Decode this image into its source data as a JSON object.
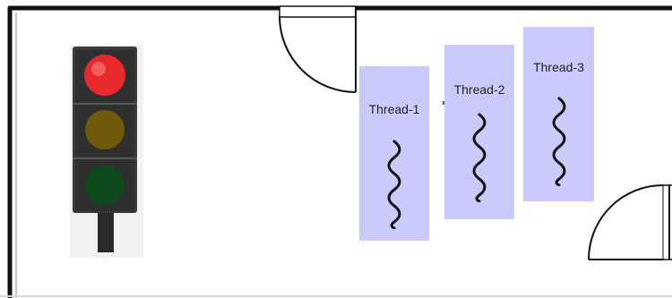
{
  "diagram": {
    "threads": [
      {
        "label": "Thread-1"
      },
      {
        "label": "Thread-2"
      },
      {
        "label": "Thread-3"
      }
    ],
    "traffic_light": {
      "lamps": [
        "red",
        "yellow",
        "green"
      ],
      "active_lamp": "red"
    },
    "colors": {
      "thread_box": "#c9ccfb",
      "wall": "#111111",
      "red_lamp": "#e8292c",
      "yellow_lamp": "#6e5a0a",
      "green_lamp": "#0c4a1c",
      "light_housing": "#3a3a3a"
    }
  }
}
